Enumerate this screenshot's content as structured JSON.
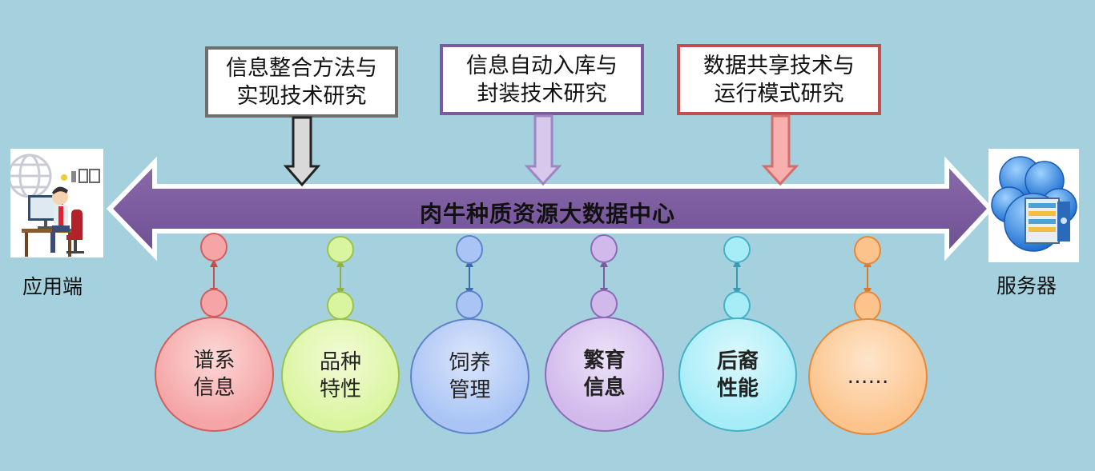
{
  "colors": {
    "background": "#a5d0de",
    "arrow_fill": "#7b5a9e",
    "arrow_border": "#ffffff"
  },
  "center_label": "肉牛种质资源大数据中心",
  "left_node": {
    "label": "应用端",
    "icon": "user-at-computer-icon"
  },
  "right_node": {
    "label": "服务器",
    "icon": "cloud-server-icon"
  },
  "research_boxes": [
    {
      "line1": "信息整合方法与",
      "line2": "实现技术研究",
      "border": "#6e6e6e",
      "arrow_fill": "#d9d9d9",
      "arrow_stroke": "#222222"
    },
    {
      "line1": "信息自动入库与",
      "line2": "封装技术研究",
      "border": "#7b5a9e",
      "arrow_fill": "#d7c9ec",
      "arrow_stroke": "#9d86c2"
    },
    {
      "line1": "数据共享技术与",
      "line2": "运行模式研究",
      "border": "#c0504d",
      "arrow_fill": "#f7b0ad",
      "arrow_stroke": "#d36e6b"
    }
  ],
  "info_nodes": [
    {
      "line1": "谱系",
      "line2": "信息",
      "fill": "#f5a5a5",
      "edge": "#d05f5f",
      "bold": false
    },
    {
      "line1": "品种",
      "line2": "特性",
      "fill": "#daf5a0",
      "edge": "#9ac34e",
      "bold": false
    },
    {
      "line1": "饲养",
      "line2": "管理",
      "fill": "#a9c4f5",
      "edge": "#5e83c9",
      "bold": false
    },
    {
      "line1": "繁育",
      "line2": "信息",
      "fill": "#d1b9ec",
      "edge": "#8d6bb8",
      "bold": true
    },
    {
      "line1": "后裔",
      "line2": "性能",
      "fill": "#a6edf8",
      "edge": "#45b0c6",
      "bold": true
    },
    {
      "line1": "……",
      "line2": "",
      "fill": "#fcc48c",
      "edge": "#e8883a",
      "bold": false
    }
  ]
}
